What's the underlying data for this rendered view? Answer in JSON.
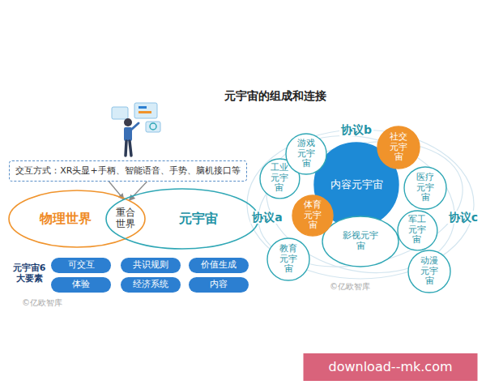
{
  "diagram": {
    "title": "元宇宙的组成和连接",
    "nodes": [
      {
        "text": [
          "交互方式：XR头显+手柄、智能语音、手势、脑机接口等"
        ]
      },
      {
        "text": [
          "物理世界"
        ]
      },
      {
        "text": [
          "元宇宙"
        ]
      },
      {
        "text": [
          "可交互"
        ]
      },
      {
        "text": [
          "共识规则"
        ]
      },
      {
        "text": [
          "价值生成"
        ]
      },
      {
        "text": [
          "体验"
        ]
      },
      {
        "text": [
          "经济系统"
        ]
      },
      {
        "text": [
          "内容"
        ]
      },
      {
        "text": [
          "游戏元宇宙"
        ]
      },
      {
        "text": [
          "社交元宇宙"
        ]
      },
      {
        "text": [
          "工业元宇宙"
        ]
      },
      {
        "text": [
          "内容元宇宙"
        ]
      },
      {
        "text": [
          "医疗元宇宙"
        ]
      },
      {
        "text": [
          "体育元宇宙"
        ]
      },
      {
        "text": [
          "军工元宇宙"
        ]
      },
      {
        "text": [
          "影视元宇宙"
        ]
      },
      {
        "text": [
          "教育元宇宙"
        ]
      },
      {
        "text": [
          "动漫元宇宙"
        ]
      }
    ],
    "edges": [
      {
        "from": 0,
        "to": 1,
        "arrow": "to"
      },
      {
        "from": 0,
        "to": 2,
        "arrow": "to"
      }
    ],
    "labels": [
      "重合世界",
      "元宇宙6大要素",
      "协议b",
      "协议a",
      "协议c",
      "©亿欧智库",
      "©亿欧智库",
      "download--mk.com"
    ]
  }
}
